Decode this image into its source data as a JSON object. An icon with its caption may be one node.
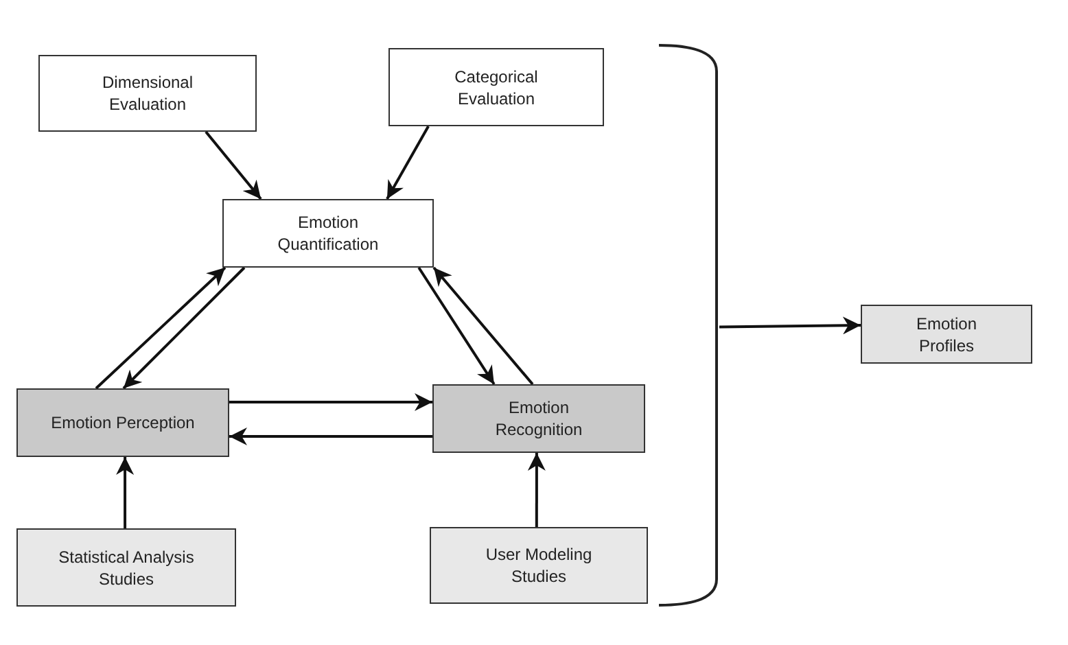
{
  "diagram": {
    "nodes": [
      {
        "text": [
          "Dimensional Evaluation"
        ]
      },
      {
        "text": [
          "Categorical Evaluation"
        ]
      },
      {
        "text": [
          "Emotion Quantification"
        ]
      },
      {
        "text": [
          "Emotion Perception"
        ]
      },
      {
        "text": [
          "Emotion Recognition"
        ]
      },
      {
        "text": [
          "Statistical Analysis Studies"
        ]
      },
      {
        "text": [
          "User Modeling Studies"
        ]
      },
      {
        "text": [
          "Emotion Profiles"
        ]
      },
      {
        "text": [],
        "shape": "bracket"
      }
    ],
    "edges": [
      {
        "from": 0,
        "to": 2,
        "arrow": "to"
      },
      {
        "from": 1,
        "to": 2,
        "arrow": "to"
      },
      {
        "from": 3,
        "to": 2,
        "arrow": "to"
      },
      {
        "from": 2,
        "to": 3,
        "arrow": "to"
      },
      {
        "from": 2,
        "to": 4,
        "arrow": "to"
      },
      {
        "from": 4,
        "to": 2,
        "arrow": "to"
      },
      {
        "from": 3,
        "to": 4,
        "arrow": "to"
      },
      {
        "from": 4,
        "to": 3,
        "arrow": "to"
      },
      {
        "from": 5,
        "to": 3,
        "arrow": "to"
      },
      {
        "from": 6,
        "to": 4,
        "arrow": "to"
      },
      {
        "from": 8,
        "to": 7,
        "arrow": "to"
      }
    ]
  }
}
